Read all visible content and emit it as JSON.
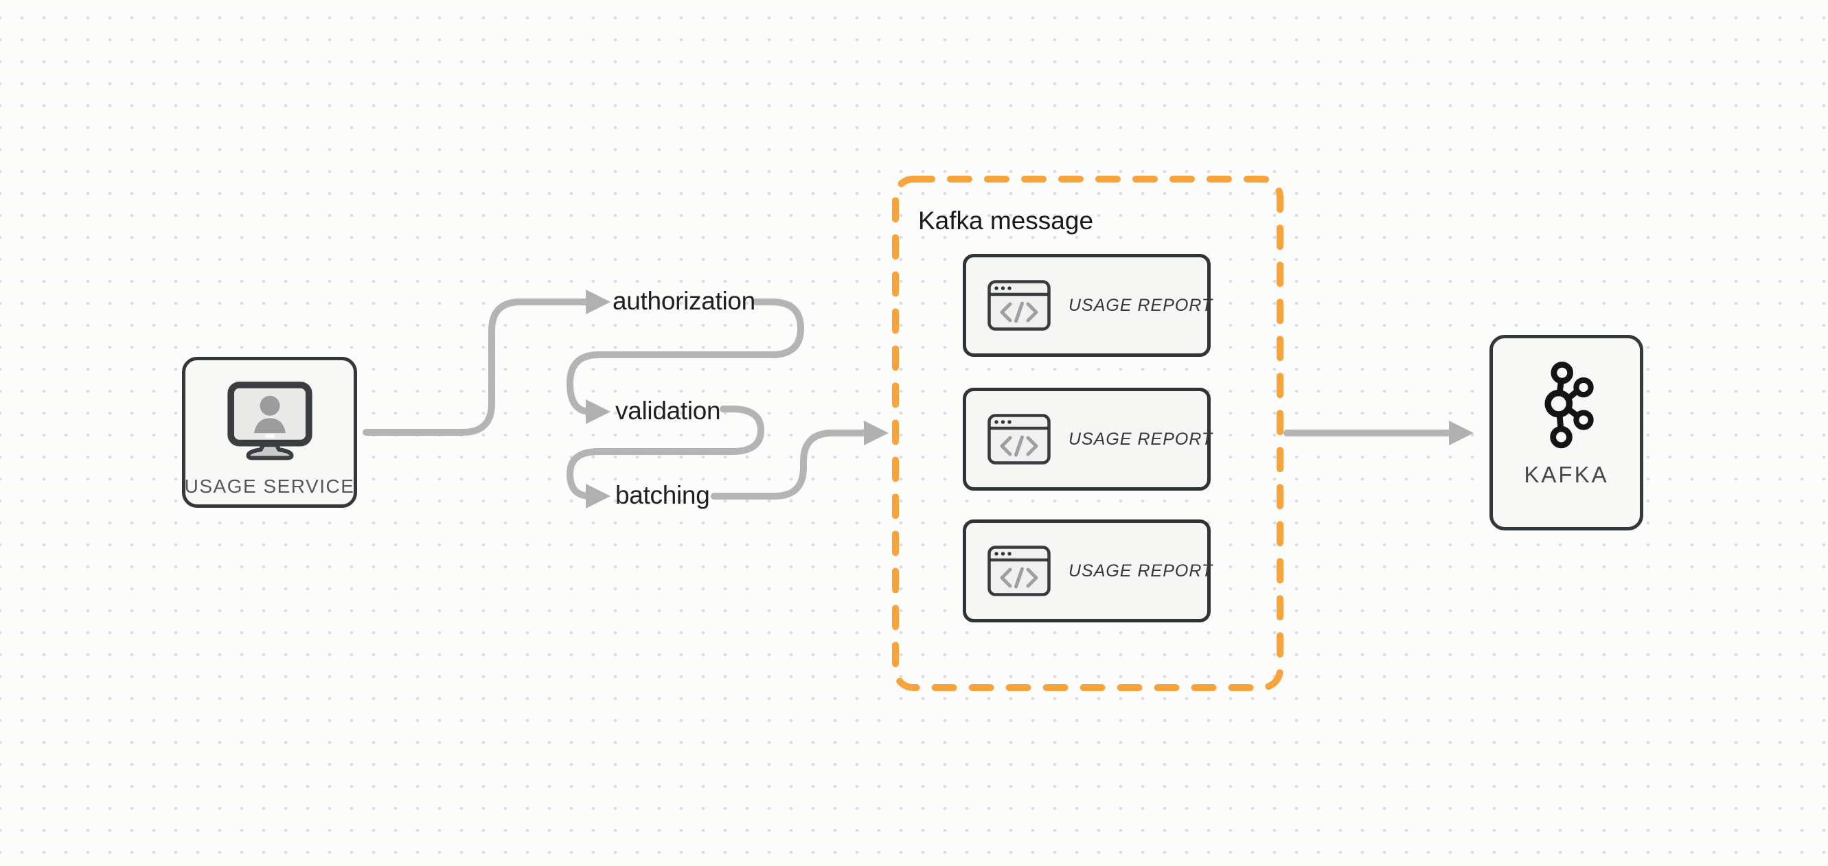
{
  "diagram": {
    "background_color": "#fcfcfb",
    "dot_color": "#dedede",
    "usage_service": {
      "label": "USAGE SERVICE",
      "icon": "monitor-user-icon"
    },
    "steps": [
      {
        "label": "authorization"
      },
      {
        "label": "validation"
      },
      {
        "label": "batching"
      }
    ],
    "kafka_message_group": {
      "title": "Kafka message",
      "border_color": "#f8a33c",
      "cards": [
        {
          "label": "USAGE REPORT",
          "icon": "code-window-icon"
        },
        {
          "label": "USAGE REPORT",
          "icon": "code-window-icon"
        },
        {
          "label": "USAGE REPORT",
          "icon": "code-window-icon"
        }
      ]
    },
    "kafka": {
      "label": "KAFKA",
      "icon": "kafka-logo-icon"
    },
    "colors": {
      "connector_gray": "#b4b4b4",
      "node_border": "#33383b",
      "node_fill": "#f8f8f6",
      "card_fill": "#f6f6f5",
      "card_shadow_fill": "#eaeae8",
      "accent_orange": "#f8a33c",
      "text_dark": "#1d1f21",
      "text_muted": "#54575a"
    }
  }
}
